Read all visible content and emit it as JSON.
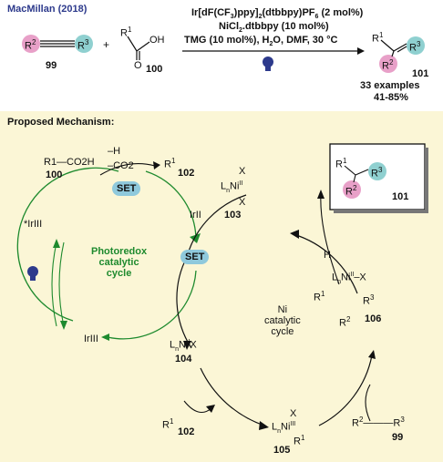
{
  "header": {
    "author": "MacMillan (2018)",
    "conditions": [
      "Ir[dF(CF3)ppy]2(dtbbpy)PF6 (2 mol%)",
      "NiCl2.dtbbpy (10 mol%)",
      "TMG (10 mol%), H2O, DMF, 30 °C"
    ],
    "alkyne_label": "99",
    "acid_label": "100",
    "product_label": "101",
    "examples": "33 examples",
    "yield": "41-85%",
    "plus": "+"
  },
  "mechanism": {
    "title": "Proposed Mechanism:",
    "acid": "R1—CO2H",
    "acid_label": "100",
    "radical_label": "102",
    "radical2_label": "102",
    "minus_h": "–H",
    "minus_co2": "–CO2",
    "set1": "SET",
    "set2": "SET",
    "ir_star": "*IrIII",
    "ir_ii": "IrII",
    "ir_iii": "IrIII",
    "photoredox_label": [
      "Photoredox",
      "catalytic",
      "cycle"
    ],
    "ni_label": [
      "Ni",
      "catalytic",
      "cycle"
    ],
    "ni_i": "LnNiIX",
    "ni_i_label": "104",
    "ni_iii_label": "105",
    "ni_ii_x2_label": "103",
    "vinyl_ni_label": "106",
    "alkyne_label": "99",
    "product_label": "101",
    "h_plus": "H"
  },
  "colors": {
    "pink": "#e8a0c8",
    "teal": "#8fd0d0",
    "green": "#1e8a2e",
    "bulb": "#2d3a8c",
    "panel": "#fbf6d6"
  }
}
